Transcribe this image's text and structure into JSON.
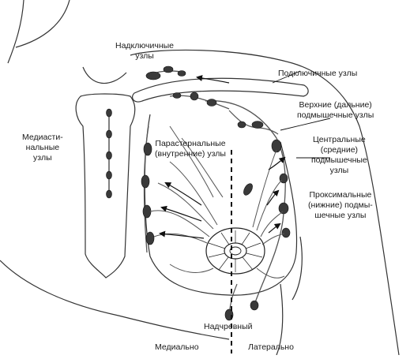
{
  "labels": {
    "supraclavicular": [
      "Надключичные",
      "узлы"
    ],
    "subclavian": [
      "Подключичные узлы"
    ],
    "upper_axillary": [
      "Верхние (дальние)",
      "подмышечные узлы"
    ],
    "parasternal": [
      "Парастернальные",
      "(внутренние) узлы"
    ],
    "mediastinal": [
      "Медиасти-",
      "нальные",
      "узлы"
    ],
    "central_axillary": [
      "Центральные",
      "(средние)",
      "подмышечные",
      "узлы"
    ],
    "proximal_axillary": [
      "Проксимальные",
      "(нижние) подмы-",
      "шечные узлы"
    ],
    "epigastric": [
      "Надчревный"
    ],
    "medial": [
      "Медиально"
    ],
    "lateral": [
      "Латерально"
    ]
  }
}
